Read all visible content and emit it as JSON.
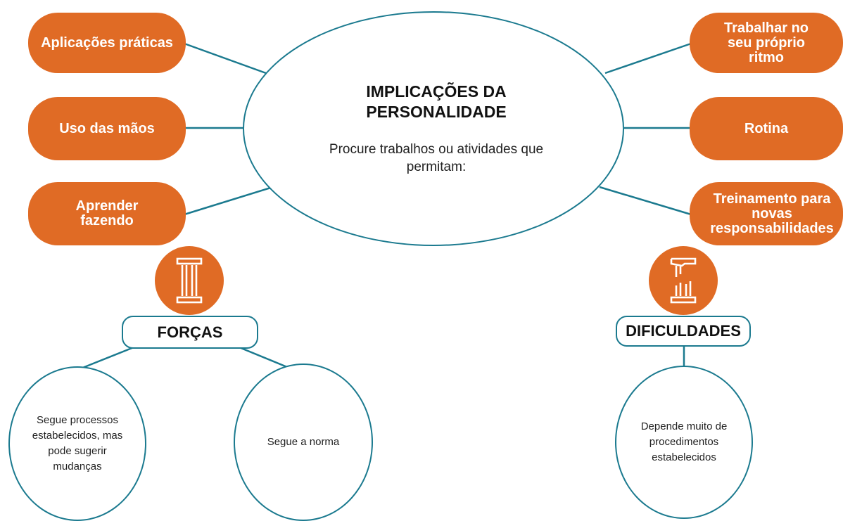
{
  "center": {
    "title": "IMPLICAÇÕES DA PERSONALIDADE",
    "subtitle": "Procure trabalhos ou atividades que permitam:"
  },
  "left_items": [
    {
      "label": "Aplicações práticas"
    },
    {
      "label": "Uso das mãos"
    },
    {
      "label": "Aprender fazendo"
    }
  ],
  "right_items": [
    {
      "label": "Trabalhar no seu próprio ritmo"
    },
    {
      "label": "Rotina"
    },
    {
      "label": "Treinamento para novas responsabilidades"
    }
  ],
  "strengths": {
    "title": "FORÇAS",
    "icon": "pillar-icon",
    "items": [
      {
        "text": "Segue processos estabelecidos, mas pode sugerir mudanças"
      },
      {
        "text": "Segue a norma"
      }
    ]
  },
  "difficulties": {
    "title": "DIFICULDADES",
    "icon": "broken-pillar-icon",
    "items": [
      {
        "text": "Depende muito de procedimentos estabelecidos"
      }
    ]
  },
  "colors": {
    "accent": "#e06b25",
    "outline": "#1b7a8f"
  }
}
